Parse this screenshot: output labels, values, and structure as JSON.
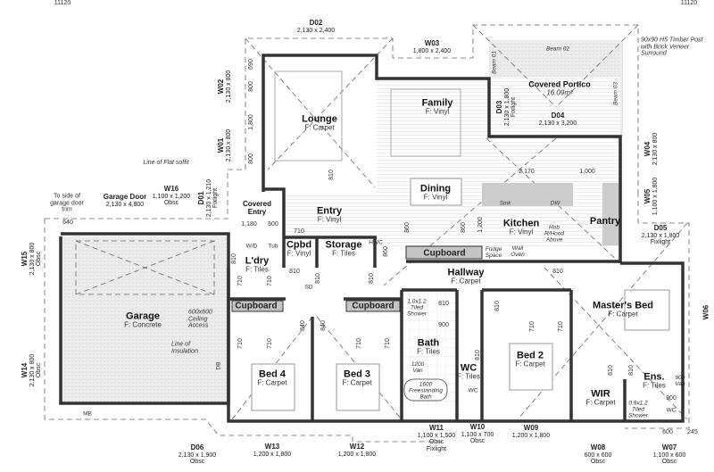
{
  "header": {
    "overall_left": "11120",
    "overall_right": "11120"
  },
  "rooms": {
    "lounge": {
      "name": "Lounge",
      "floor": "F: Carpet"
    },
    "family": {
      "name": "Family",
      "floor": "F: Vinyl"
    },
    "portico": {
      "name": "Covered Portico",
      "area": "16.09m²"
    },
    "dining": {
      "name": "Dining",
      "floor": "F: Vinyl"
    },
    "kitchen": {
      "name": "Kitchen",
      "floor": "F: Vinyl"
    },
    "pantry": {
      "name": "Pantry"
    },
    "entry": {
      "name": "Entry",
      "floor": "F: Vinyl"
    },
    "covered_entry": {
      "name": "Covered Entry"
    },
    "cpbd": {
      "name": "Cpbd",
      "floor": "F: Vinyl"
    },
    "storage": {
      "name": "Storage",
      "floor": "F: Tiles"
    },
    "laundry": {
      "name": "L'dry",
      "floor": "F: Tiles"
    },
    "cupboard": {
      "name": "Cupboard"
    },
    "hallway": {
      "name": "Hallway",
      "floor": "F: Carpet"
    },
    "masters": {
      "name": "Master's Bed",
      "floor": "F: Carpet"
    },
    "garage": {
      "name": "Garage",
      "floor": "F: Concrete"
    },
    "bed4": {
      "name": "Bed 4",
      "floor": "F: Carpet"
    },
    "bed3": {
      "name": "Bed 3",
      "floor": "F: Carpet"
    },
    "bath": {
      "name": "Bath",
      "floor": "F: Tiles"
    },
    "wc": {
      "name": "WC",
      "floor": "F: Tiles"
    },
    "bed2": {
      "name": "Bed 2",
      "floor": "F: Carpet"
    },
    "wir": {
      "name": "WIR",
      "floor": "F: Carpet"
    },
    "ens": {
      "name": "Ens.",
      "floor": "F: Tiles"
    }
  },
  "openings": {
    "d02": {
      "id": "D02",
      "size": "2,130 x 2,400"
    },
    "w03": {
      "id": "W03",
      "size": "1,800 x 2,400"
    },
    "w02": {
      "id": "W02",
      "size": "2,130 x 800"
    },
    "w01": {
      "id": "W01",
      "size": "2,130 x 800"
    },
    "d01": {
      "id": "D01",
      "size": "2,130 x 1,210",
      "note": "Fixlight"
    },
    "w16": {
      "id": "W16",
      "size": "1,100 x 1,200",
      "note": "Obsc"
    },
    "garage_door": {
      "id": "Garage Door",
      "size": "2,130 x 4,800"
    },
    "w15": {
      "id": "W15",
      "size": "2,130 x 800",
      "note": "Obsc"
    },
    "w14": {
      "id": "W14",
      "size": "2,130 x 800",
      "note": "Obsc"
    },
    "d06": {
      "id": "D06",
      "size": "2,130 x 1,900",
      "note": "Obsc"
    },
    "w13": {
      "id": "W13",
      "size": "1,200 x 1,800"
    },
    "w12": {
      "id": "W12",
      "size": "1,200 x 1,800"
    },
    "w11": {
      "id": "W11",
      "size": "1,100 x 1,500",
      "note": "Obsc",
      "note2": "Fixlight"
    },
    "w10": {
      "id": "W10",
      "size": "1,100 x 700",
      "note": "Obsc"
    },
    "w09": {
      "id": "W09",
      "size": "1,200 x 1,800"
    },
    "w08": {
      "id": "W08",
      "size": "600 x 600",
      "note": "Obsc"
    },
    "w07": {
      "id": "W07",
      "size": "1,100 x 600",
      "note": "Obsc"
    },
    "w06": {
      "id": "W06"
    },
    "d05": {
      "id": "D05",
      "size": "2,130 x 1,800",
      "note": "Fixlight"
    },
    "w05": {
      "id": "W05",
      "size": "1,100 x 1,800"
    },
    "w04": {
      "id": "W04",
      "size": "2,130 x 800"
    },
    "d03": {
      "id": "D03",
      "size": "2,130 x 1,800",
      "note": "Fixlight"
    },
    "d04": {
      "id": "D04",
      "size": "2,130 x 3,200"
    }
  },
  "notes": {
    "timber_post": "90x90 H5 Timber Post with Brick Veneer Surround",
    "flat_soffit": "Line of Flat soffit",
    "insulation": "Line of Insulation",
    "ceiling_access": "600x600 Ceiling Access",
    "garage_trim": "To side of garage door trim",
    "beam02": "Beam 02",
    "beam03": "Beam 03",
    "beam01": "Beam 01"
  },
  "fixtures": {
    "sink": "Sink",
    "dw": "DW",
    "hob": "Hob R/Hood Above",
    "fridge": "Fridge Space",
    "oven": "Wall Oven",
    "wd": "W/D",
    "tub": "Tub",
    "hwc": "HWC",
    "sd": "SD",
    "shower1": "1.0x1.2 Tiled Shower",
    "van1": "1200 Van",
    "bath": "1600 Freestanding Bath",
    "shower2": "0.9x1.2 Tiled Shower",
    "van2": "900 Van",
    "wc": "WC",
    "mb": "MB",
    "db": "DB"
  },
  "dims": {
    "d640": "640",
    "d1180": "1,180",
    "d500": "500",
    "d690": "690",
    "d800a": "800",
    "d1800": "1,800",
    "d800b": "800",
    "d2170": "2,170",
    "d1000": "1,000",
    "d1200": "1,200",
    "d710": "710",
    "d810": "810",
    "d860": "860",
    "d840": "840",
    "d900": "900",
    "d600": "600",
    "d245": "245"
  },
  "colors": {
    "wall": "#333333",
    "hatch": "#e4e4e4",
    "cupboard": "#bdbdbd",
    "bench": "#c8c8c8"
  }
}
